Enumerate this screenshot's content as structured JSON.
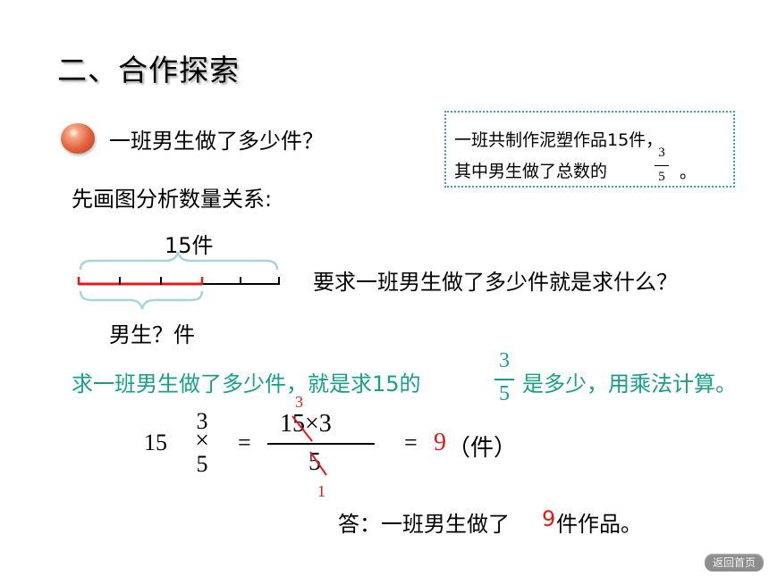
{
  "title": "二、合作探索",
  "question": "一班男生做了多少件？",
  "info": {
    "line1": "一班共制作泥塑作品15件，",
    "line2": "其中男生做了总数的",
    "frac_num": "3",
    "frac_den": "5",
    "line2_end": "。"
  },
  "analysis_prompt": "先画图分析数量关系:",
  "diagram": {
    "total_label": "15件",
    "part_label": "男生？件",
    "segments": 5,
    "highlighted_segments": 3
  },
  "diagram_question": "要求一班男生做了多少件就是求什么？",
  "statement": {
    "before": "求一班男生做了多少件，就是求15的",
    "frac_num": "3",
    "frac_den": "5",
    "after": "是多少，用乘法计算。"
  },
  "calc": {
    "whole": "15",
    "times": "×",
    "frac_num": "3",
    "frac_den": "5",
    "eq1": "=",
    "expr_num": "15×3",
    "expr_den": "5",
    "cancel_top": "3",
    "cancel_bottom": "1",
    "eq2": "=",
    "result": "9",
    "unit": "（件）"
  },
  "answer": {
    "before": "答：一班男生做了",
    "value": "9",
    "after": "件作品。"
  },
  "back_button": "返回首页",
  "colors": {
    "teal": "#16a08a",
    "red": "#e11a1a",
    "bracket": "#a9d3dd",
    "box_border": "#3ea39a"
  }
}
